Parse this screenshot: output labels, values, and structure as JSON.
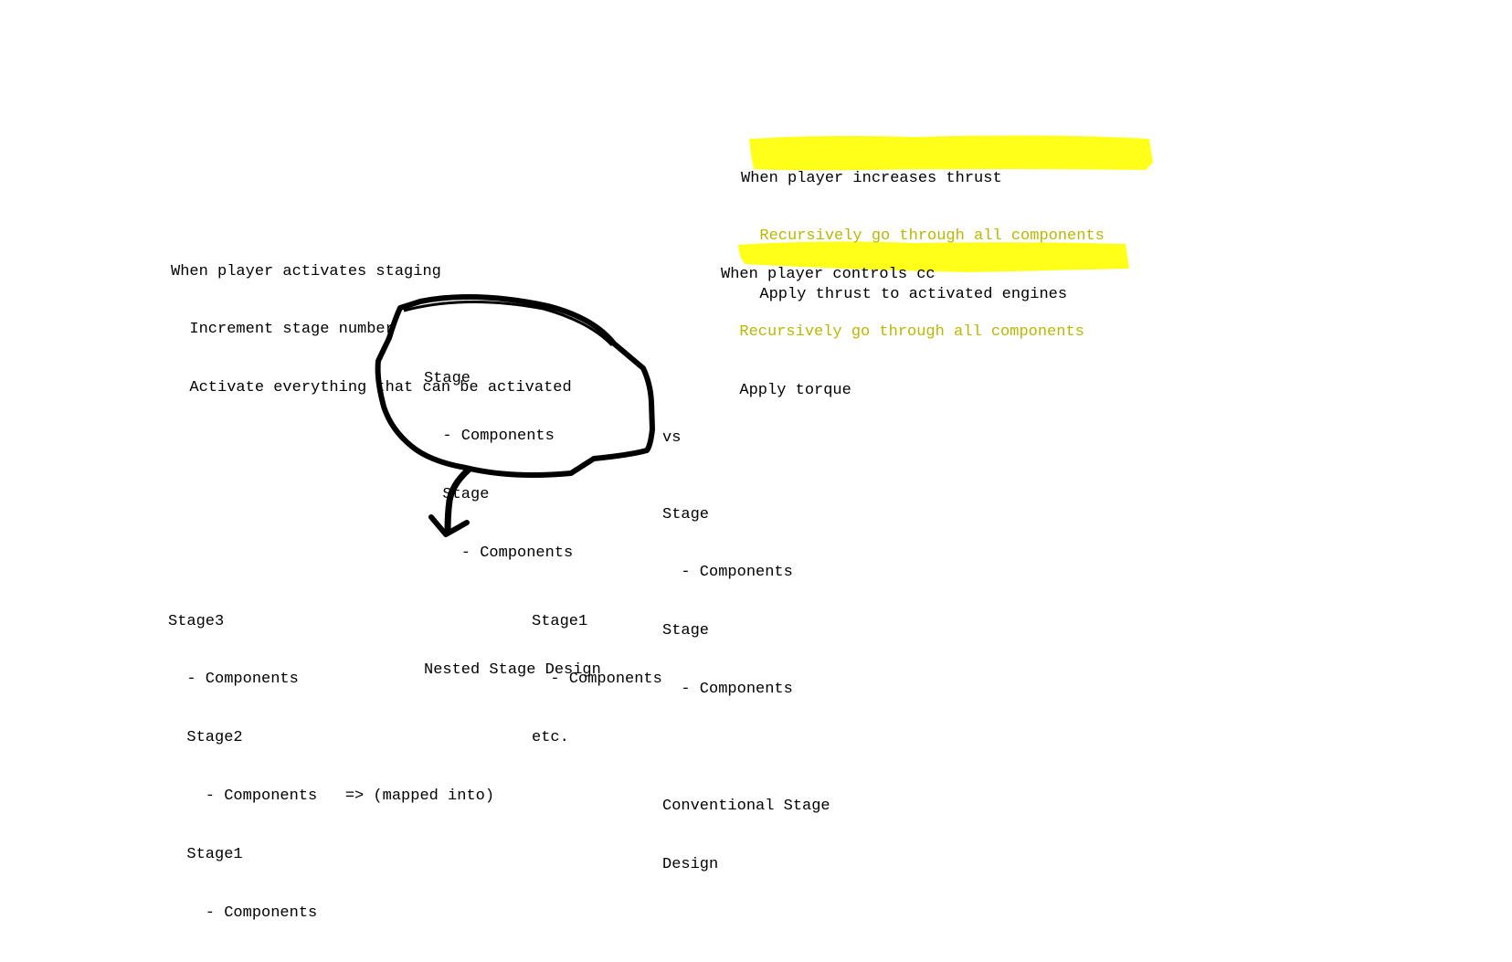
{
  "colors": {
    "highlight": "#ffff1a",
    "highlight_text": "#b8b800",
    "ink": "#000000",
    "background": "#ffffff"
  },
  "thrust_note": {
    "l1": "When player increases thrust",
    "l2": "  Recursively go through all components",
    "l3": "  Apply thrust to activated engines"
  },
  "control_note": {
    "l1": "When player controls cc",
    "l2": "  Recursively go through all components",
    "l3": "  Apply torque"
  },
  "staging_note": {
    "l1": "When player activates staging",
    "l2": "  Increment stage number",
    "l3": "  Activate everything that can be activated"
  },
  "nested_design": {
    "l1": "Stage",
    "l2": "  - Components",
    "l3": "  Stage",
    "l4": "    - Components",
    "l5": "",
    "l6": "Nested Stage Design"
  },
  "vs_label": "vs",
  "conventional_design": {
    "l1": "Stage",
    "l2": "  - Components",
    "l3": "Stage",
    "l4": "  - Components",
    "l5": "",
    "l6": "Conventional Stage",
    "l7": "Design"
  },
  "mapping_left": {
    "l1": "Stage3",
    "l2": "  - Components",
    "l3": "  Stage2",
    "l4": "    - Components   => (mapped into)",
    "l5": "  Stage1",
    "l6": "    - Components"
  },
  "mapping_right": {
    "l1": "Stage1",
    "l2": "  - Components",
    "l3": "etc."
  }
}
